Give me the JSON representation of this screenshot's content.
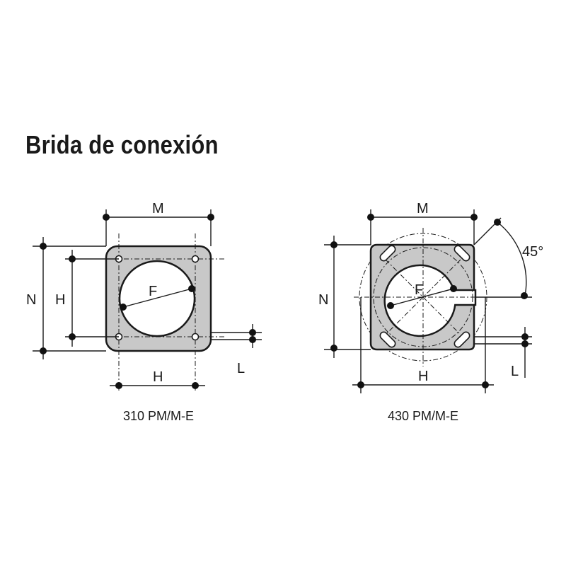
{
  "title": "Brida de conexión",
  "colors": {
    "plate": "#c8c8c8",
    "line": "#1a1a1a"
  },
  "flange_310": {
    "caption": "310 PM/M-E",
    "labels": {
      "m": "M",
      "n": "N",
      "h_vertical": "H",
      "h_horizontal": "H",
      "f": "F",
      "l": "L"
    }
  },
  "flange_430": {
    "caption": "430 PM/M-E",
    "labels": {
      "m": "M",
      "n": "N",
      "h": "H",
      "f": "F",
      "l": "L",
      "angle": "45°"
    }
  }
}
